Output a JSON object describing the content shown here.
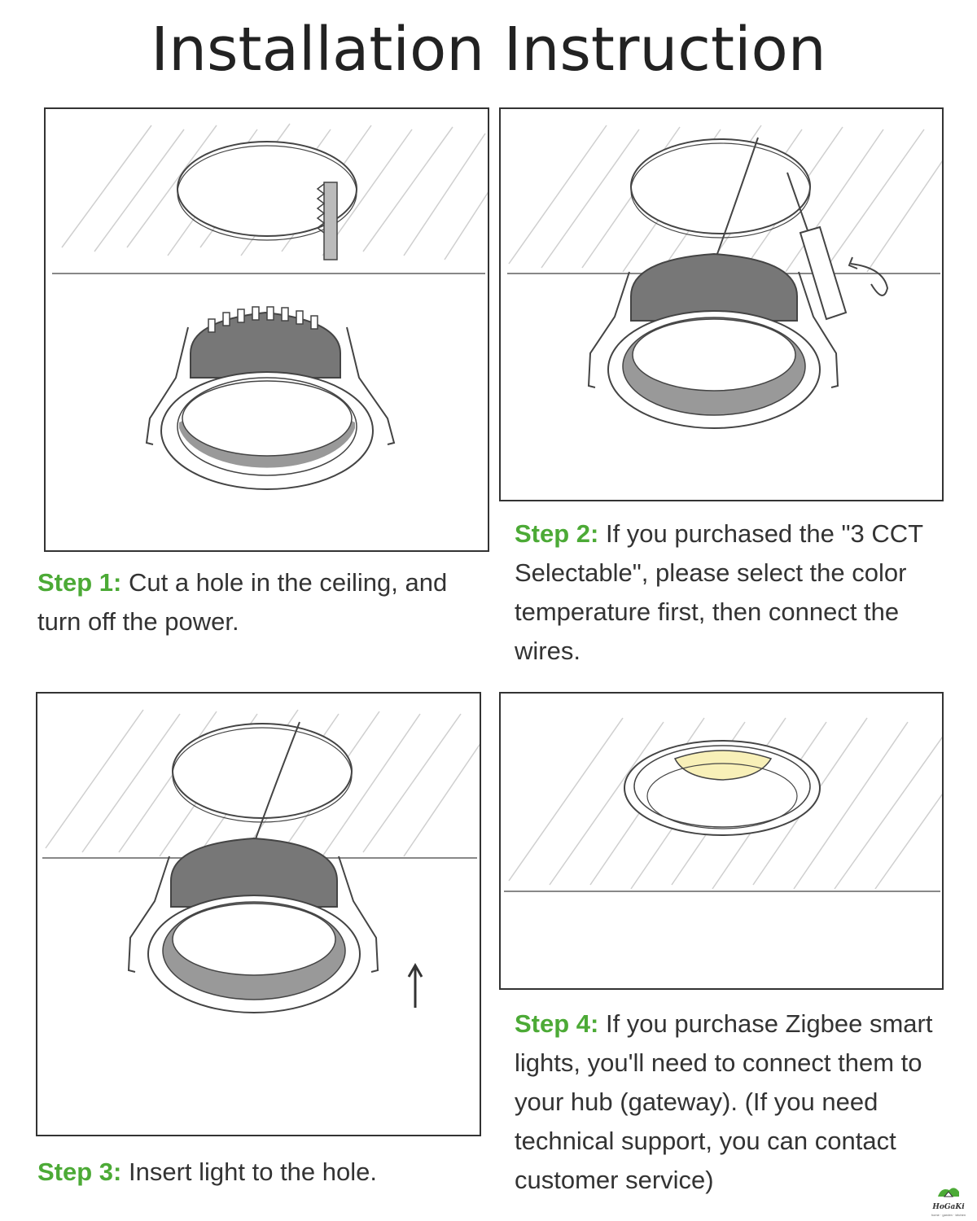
{
  "title": "Installation Instruction",
  "steps": [
    {
      "label": "Step 1:",
      "text": " Cut a hole in the ceiling, and turn off the power."
    },
    {
      "label": "Step 2:",
      "text": " If you purchased the \"3 CCT Selectable\", please select the color temperature first, then connect the wires."
    },
    {
      "label": "Step 3:",
      "text": " Insert light to the hole."
    },
    {
      "label": "Step 4:",
      "text": " If you purchase Zigbee smart lights, you'll need to connect them to your hub (gateway). (If you need technical support, you can contact customer service)"
    }
  ],
  "logo": {
    "name": "HoGaKi",
    "tagline": "home · garden · kitchen"
  },
  "colors": {
    "step_label": "#4caa36",
    "light_glow": "#f8f0b8",
    "fixture_gray": "#888888"
  }
}
